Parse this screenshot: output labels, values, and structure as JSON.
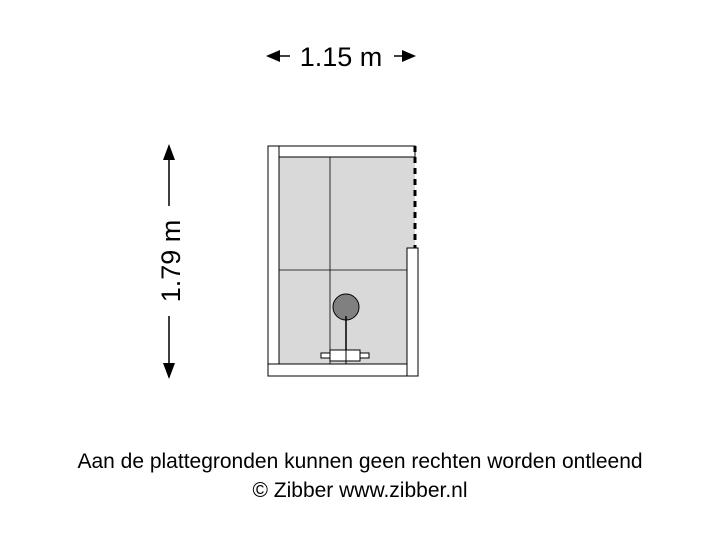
{
  "floorplan": {
    "width_label": "1.15 m",
    "height_label": "1.79 m"
  },
  "footer": {
    "disclaimer": "Aan de plattegronden kunnen geen rechten worden ontleend",
    "copyright": "© Zibber www.zibber.nl"
  },
  "colors": {
    "floor": "#d9d9d9",
    "wall": "#ffffff",
    "line": "#000000",
    "drain": "#808080"
  }
}
